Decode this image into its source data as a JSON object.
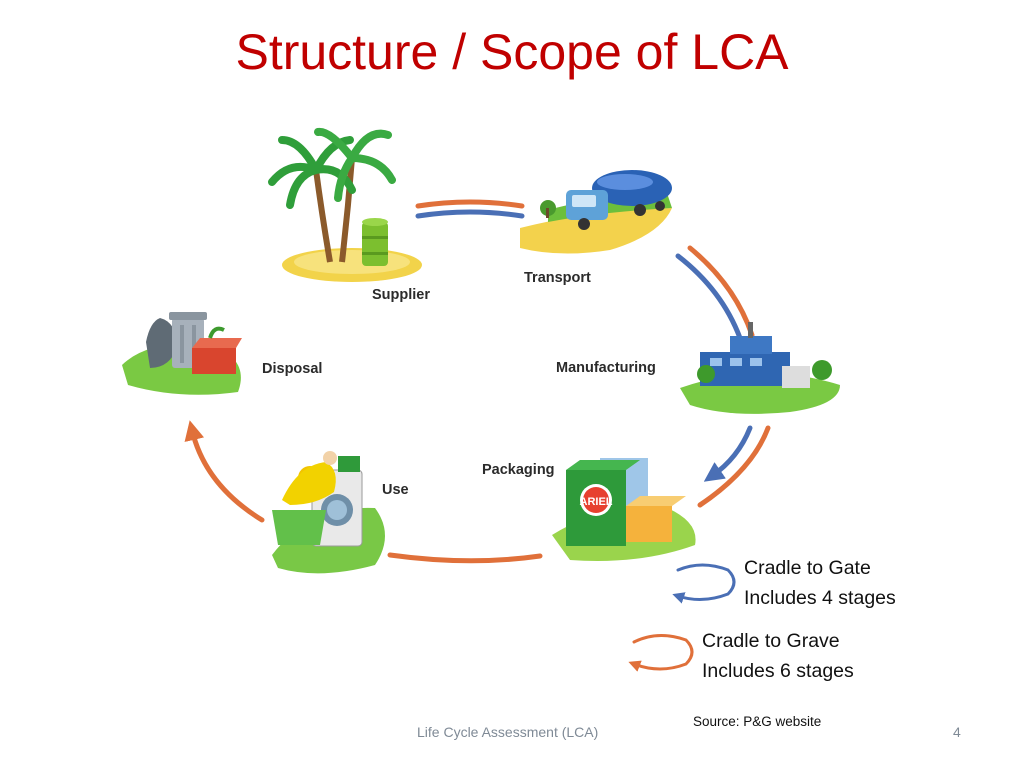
{
  "slide": {
    "title": "Structure / Scope of LCA",
    "footer": "Life Cycle Assessment (LCA)",
    "page_number": "4",
    "source": "Source: P&G website"
  },
  "diagram": {
    "stages": [
      {
        "id": "supplier",
        "label": "Supplier"
      },
      {
        "id": "transport",
        "label": "Transport"
      },
      {
        "id": "manufacturing",
        "label": "Manufacturing"
      },
      {
        "id": "packaging",
        "label": "Packaging"
      },
      {
        "id": "use",
        "label": "Use"
      },
      {
        "id": "disposal",
        "label": "Disposal"
      }
    ],
    "product_brand": "ARIEL"
  },
  "legend": [
    {
      "id": "cradle-to-gate",
      "line1": "Cradle to Gate",
      "line2": "Includes 4 stages",
      "color": "#4a6fb5"
    },
    {
      "id": "cradle-to-grave",
      "line1": "Cradle to Grave",
      "line2": "Includes 6 stages",
      "color": "#e0703a"
    }
  ],
  "colors": {
    "title": "#c00000",
    "gate_arrow": "#4a6fb5",
    "grave_arrow": "#e0703a",
    "footer_text": "#7f8a96"
  }
}
